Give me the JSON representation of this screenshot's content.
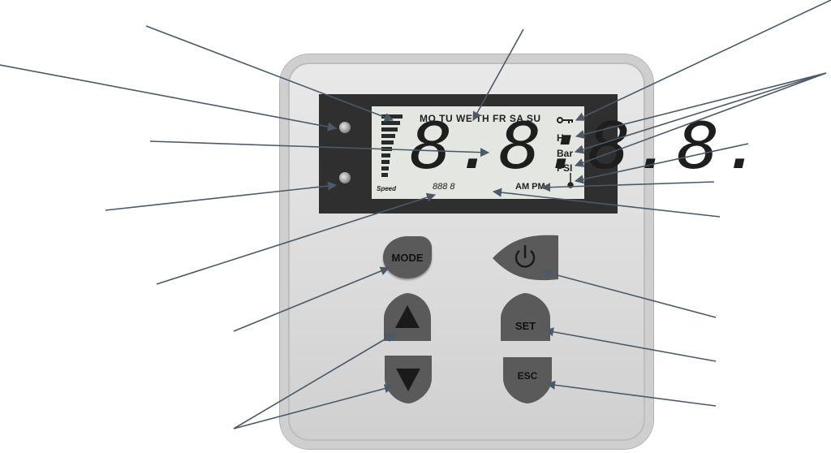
{
  "lcd": {
    "days": "MO TU WE TH FR SA SU",
    "digits": "8.8:8.8.",
    "units": [
      "Hz",
      "Bar",
      "PSI"
    ],
    "speed_label": "Speed",
    "small_digits": "888 8",
    "am_pm": "AM PM"
  },
  "buttons": {
    "mode": "MODE",
    "set": "SET",
    "esc": "ESC"
  },
  "colors": {
    "bezel": "#2f2f2f",
    "lcd_background": "#e4e6e2",
    "button": "#5a5a5a",
    "leader_line": "#4b5a66"
  },
  "icons": [
    "key-icon",
    "thermometer-icon",
    "power-icon",
    "up-arrow-icon",
    "down-arrow-icon",
    "indicator-led"
  ]
}
